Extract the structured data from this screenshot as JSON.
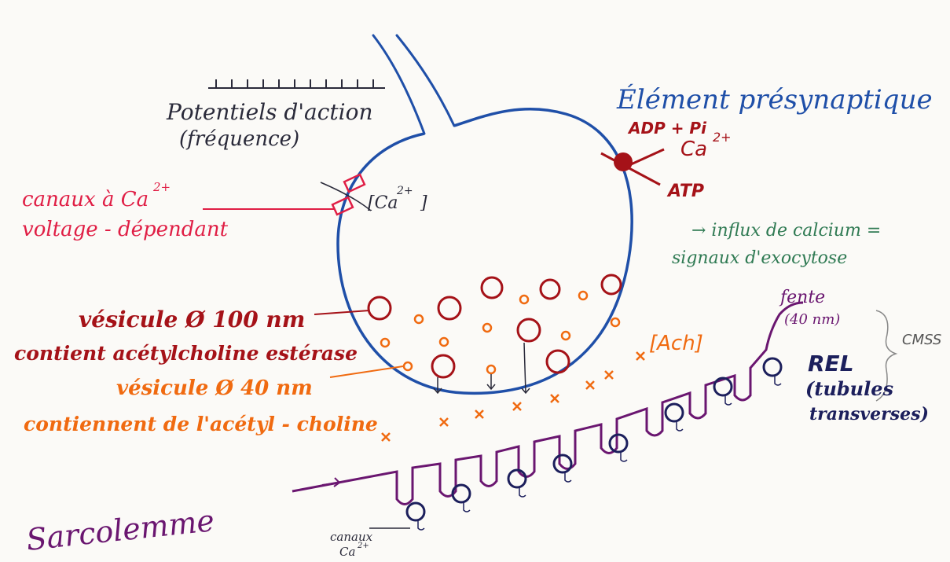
{
  "labels": {
    "title": "Élément présynaptique",
    "action_potentials": "Potentiels d'action",
    "frequency": "(fréquence)",
    "adp_pi": "ADP + Pi",
    "atp": "ATP",
    "ca_out": "Ca",
    "ca_out_sup": "2+",
    "ca_conc": "[Ca",
    "ca_conc_sup": "2+",
    "ca_conc_close": "]",
    "canaux_vd_1": "canaux à Ca",
    "canaux_vd_sup": "2+",
    "canaux_vd_2": "voltage - dépendant",
    "influx_1": "→ influx de calcium =",
    "influx_2": "signaux d'exocytose",
    "vesicule100_1": "vésicule Ø 100 nm",
    "vesicule100_2": "contient acétylcholine estérase",
    "vesicule40_1": "vésicule Ø 40 nm",
    "vesicule40_2": "contiennent de l'acétyl - choline",
    "ach": "[Ach]",
    "fente_1": "fente",
    "fente_2": "(40 nm)",
    "cmss": "CMSS",
    "rel_1": "REL",
    "rel_2": "(tubules",
    "rel_3": "transverses)",
    "sarcolemme": "Sarcolemme",
    "canaux_ca_1": "canaux",
    "canaux_ca_2": "Ca",
    "canaux_ca_sup": "2+"
  },
  "colors": {
    "blue": "#1f4fa8",
    "red": "#e01e45",
    "darkred": "#a51218",
    "orange": "#f06a10",
    "purple": "#6a1670",
    "navy": "#1c1f5c",
    "green": "#2f7a53",
    "ink": "#2a2a3a"
  }
}
